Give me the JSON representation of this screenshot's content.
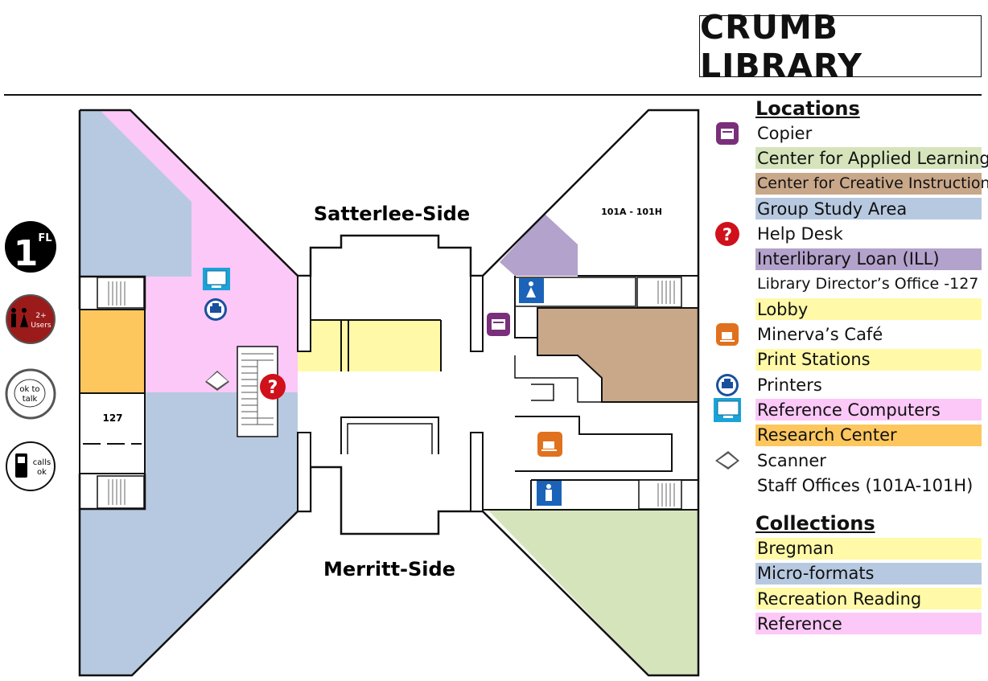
{
  "title": "CRUMB LIBRARY",
  "map": {
    "satterlee_label": "Satterlee-Side",
    "merritt_label": "Merritt-Side",
    "room_127": "127",
    "staff_offices_label": "101A - 101H"
  },
  "badges": {
    "floor_number": "1",
    "floor_suffix": "FL",
    "users_line1": "2+",
    "users_line2": "Users",
    "talk_line1": "ok to",
    "talk_line2": "talk",
    "calls_line1": "calls",
    "calls_line2": "ok"
  },
  "legend": {
    "locations_heading": "Locations",
    "locations": [
      {
        "label": "Copier",
        "icon": "copier-icon",
        "color": ""
      },
      {
        "label": "Center for Applied Learning",
        "icon": "",
        "color": "#d6e4bc"
      },
      {
        "label": "Center for Creative Instruction",
        "icon": "",
        "color": "#c9a88a"
      },
      {
        "label": "Group Study Area",
        "icon": "",
        "color": "#b7c9e0"
      },
      {
        "label": "Help Desk",
        "icon": "help-icon",
        "color": ""
      },
      {
        "label": "Interlibrary Loan (ILL)",
        "icon": "",
        "color": "#b3a2cb"
      },
      {
        "label": "Library Director’s Office -127",
        "icon": "",
        "color": ""
      },
      {
        "label": "Lobby",
        "icon": "",
        "color": "#fff9a8"
      },
      {
        "label": "Minerva’s Café",
        "icon": "cafe-icon",
        "color": ""
      },
      {
        "label": "Print Stations",
        "icon": "",
        "color": "#fff9a8"
      },
      {
        "label": "Printers",
        "icon": "printer-icon",
        "color": ""
      },
      {
        "label": "Reference Computers",
        "icon": "computer-icon",
        "color": "#fbc8f7"
      },
      {
        "label": "Research Center",
        "icon": "",
        "color": "#fdc75e"
      },
      {
        "label": "Scanner",
        "icon": "scanner-icon",
        "color": ""
      },
      {
        "label": "Staff Offices (101A-101H)",
        "icon": "",
        "color": ""
      }
    ],
    "collections_heading": "Collections",
    "collections": [
      {
        "label": "Bregman",
        "color": "#fff9a8"
      },
      {
        "label": "Micro-formats",
        "color": "#b7c9e0"
      },
      {
        "label": "Recreation Reading",
        "color": "#fff9a8"
      },
      {
        "label": "Reference",
        "color": "#fbc8f7"
      }
    ]
  },
  "colors": {
    "pink": "#fbc8f7",
    "blue": "#b7c9e0",
    "yellow": "#fff9a8",
    "orange": "#fdc75e",
    "green": "#d6e4bc",
    "tan": "#c9a88a",
    "purple": "#b3a2cb",
    "help_red": "#d0101a",
    "copier_purple": "#7a2f7a",
    "cafe_orange": "#e0711e",
    "restroom_blue": "#1a63b8",
    "computer_cyan": "#1aa3d9",
    "badge_red": "#9b1b1b"
  }
}
